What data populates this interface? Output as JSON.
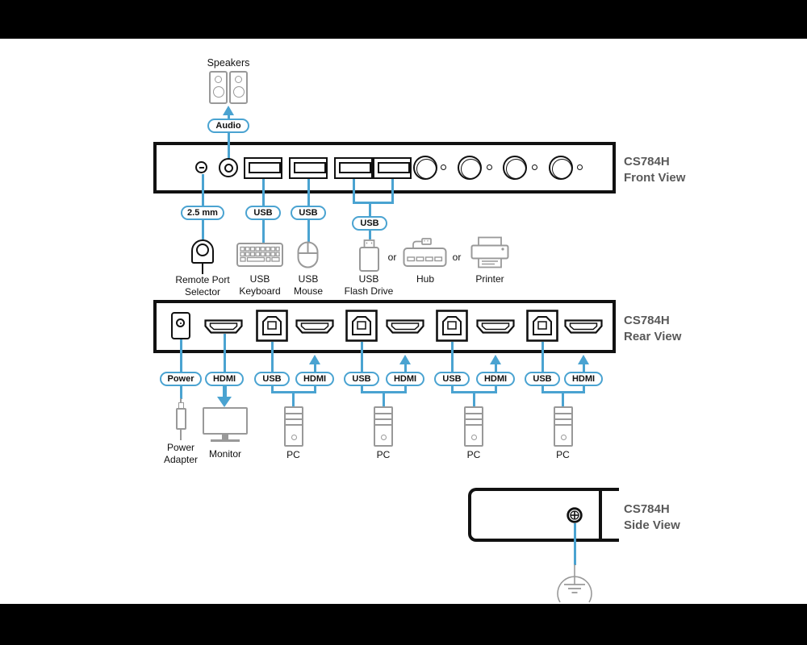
{
  "product": "CS784H",
  "colors": {
    "accent": "#4aa3d1",
    "outline": "#111111",
    "device_gray": "#999999",
    "title_gray": "#595959",
    "letterbox": "#000000"
  },
  "speakers": {
    "label": "Speakers",
    "audio_pill": "Audio"
  },
  "front_view": {
    "title_line1": "CS784H",
    "title_line2": "Front View",
    "pills": {
      "jack": "2.5 mm",
      "usb1": "USB",
      "usb2": "USB",
      "usb_shared": "USB"
    },
    "devices": {
      "remote_line1": "Remote Port",
      "remote_line2": "Selector",
      "keyboard_line1": "USB",
      "keyboard_line2": "Keyboard",
      "mouse_line1": "USB",
      "mouse_line2": "Mouse",
      "flash_line1": "USB",
      "flash_line2": "Flash Drive",
      "or1": "or",
      "hub": "Hub",
      "or2": "or",
      "printer": "Printer"
    }
  },
  "rear_view": {
    "title_line1": "CS784H",
    "title_line2": "Rear View",
    "power_pill": "Power",
    "hdmi_pill": "HDMI",
    "adapter_line1": "Power",
    "adapter_line2": "Adapter",
    "monitor_label": "Monitor",
    "pc_groups": [
      {
        "usb": "USB",
        "hdmi": "HDMI",
        "pc": "PC"
      },
      {
        "usb": "USB",
        "hdmi": "HDMI",
        "pc": "PC"
      },
      {
        "usb": "USB",
        "hdmi": "HDMI",
        "pc": "PC"
      },
      {
        "usb": "USB",
        "hdmi": "HDMI",
        "pc": "PC"
      }
    ]
  },
  "side_view": {
    "title_line1": "CS784H",
    "title_line2": "Side View"
  }
}
